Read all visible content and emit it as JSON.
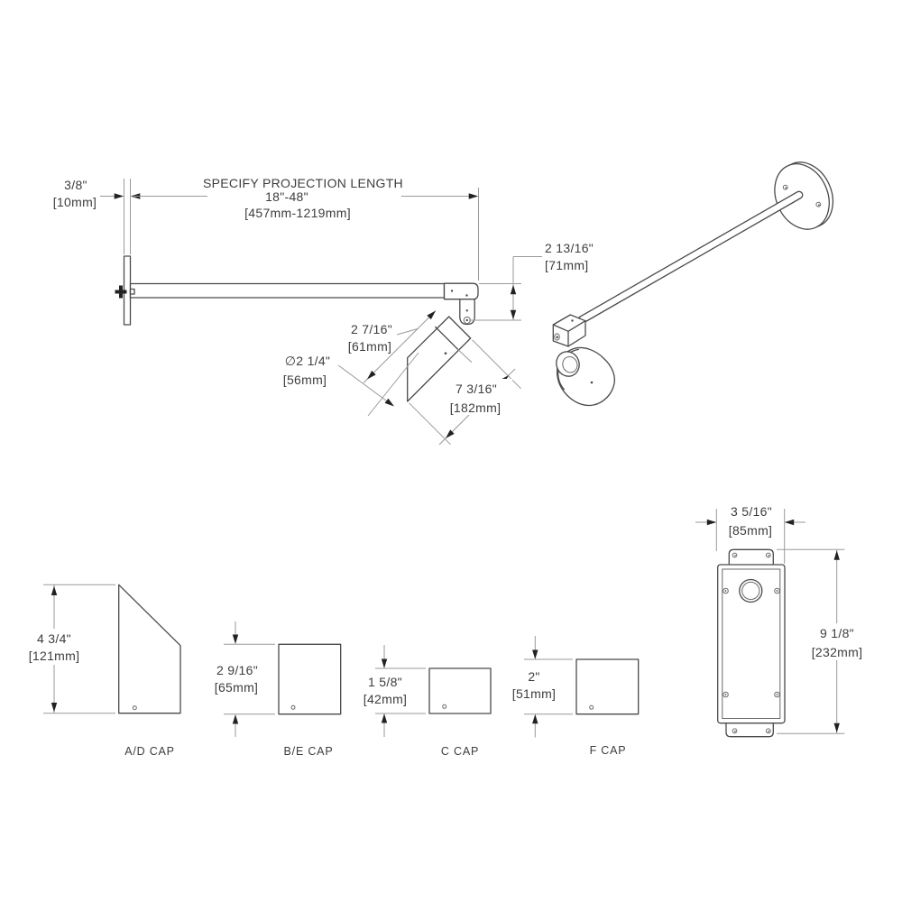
{
  "drawing": {
    "projection": {
      "title": "SPECIFY PROJECTION LENGTH",
      "range_in": "18\"-48\"",
      "range_mm": "[457mm-1219mm]"
    },
    "plate_thickness": {
      "in": "3/8\"",
      "mm": "[10mm]"
    },
    "head_drop": {
      "in": "2 13/16\"",
      "mm": "[71mm]"
    },
    "head_upper": {
      "in": "2 7/16\"",
      "mm": "[61mm]"
    },
    "head_diameter": {
      "in": "∅2 1/4\"",
      "mm": "[56mm]"
    },
    "head_length": {
      "in": "7 3/16\"",
      "mm": "[182mm]"
    },
    "back_box": {
      "width": {
        "in": "3 5/16\"",
        "mm": "[85mm]"
      },
      "height": {
        "in": "9 1/8\"",
        "mm": "[232mm]"
      }
    },
    "caps": {
      "ad": {
        "in": "4 3/4\"",
        "mm": "[121mm]",
        "label": "A/D CAP"
      },
      "be": {
        "in": "2 9/16\"",
        "mm": "[65mm]",
        "label": "B/E CAP"
      },
      "c": {
        "in": "1 5/8\"",
        "mm": "[42mm]",
        "label": "C CAP"
      },
      "f": {
        "in": "2\"",
        "mm": "[51mm]",
        "label": "F CAP"
      }
    }
  }
}
